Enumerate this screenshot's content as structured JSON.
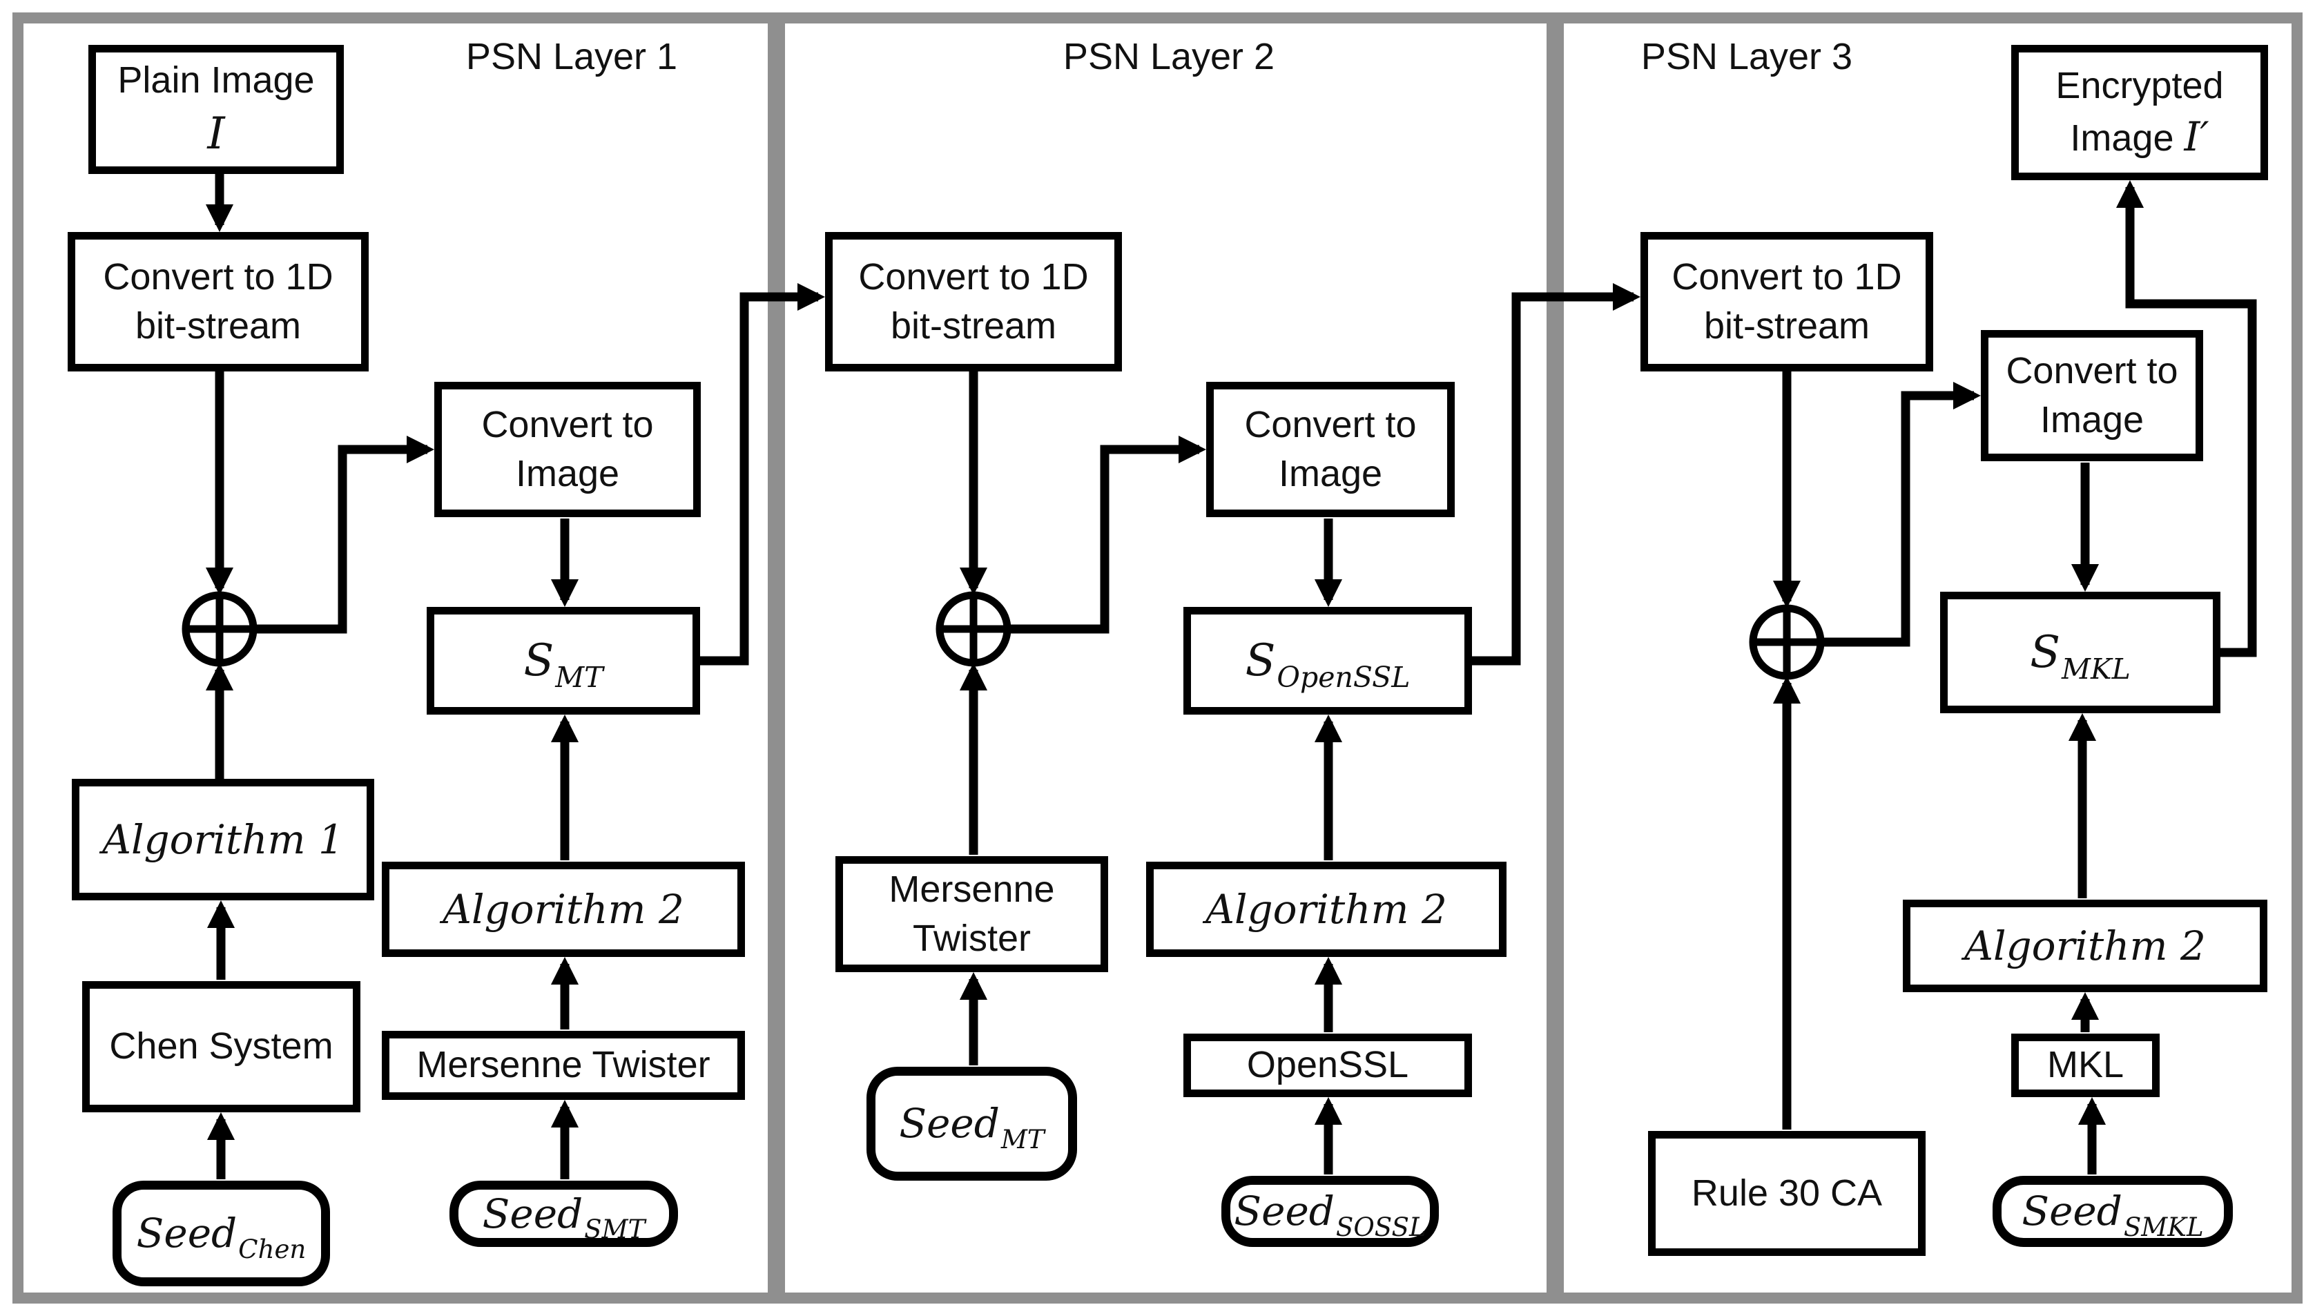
{
  "colors": {
    "background": "#ffffff",
    "frame_gray": "#8f8f8f",
    "line_black": "#000000",
    "box_fill": "#ffffff",
    "text": "#111111"
  },
  "layers": [
    {
      "title": "PSN Layer 1"
    },
    {
      "title": "PSN Layer 2"
    },
    {
      "title": "PSN Layer 3"
    }
  ],
  "operators": {
    "xor": "⊕"
  },
  "nodes": {
    "plain_image": {
      "line1": "Plain Image",
      "math": "I"
    },
    "convert_1d_l1": {
      "line1": "Convert to 1D",
      "line2": "bit-stream"
    },
    "convert_image_l1": {
      "line1": "Convert to",
      "line2": "Image"
    },
    "s_mt": {
      "base": "S",
      "sub": "MT"
    },
    "algorithm_1": {
      "label": "Algorithm 1"
    },
    "algorithm_2_l1": {
      "label": "Algorithm 2"
    },
    "chen_system": {
      "label": "Chen System"
    },
    "mersenne_twister_l1": {
      "label": "Mersenne Twister"
    },
    "seed_chen": {
      "base": "Seed",
      "sub": "Chen"
    },
    "seed_smt": {
      "base": "Seed",
      "sub": "SMT"
    },
    "convert_1d_l2": {
      "line1": "Convert to 1D",
      "line2": "bit-stream"
    },
    "convert_image_l2": {
      "line1": "Convert to",
      "line2": "Image"
    },
    "s_openssl": {
      "base": "S",
      "sub": "OpenSSL"
    },
    "mersenne_twister_l2": {
      "line1": "Mersenne",
      "line2": "Twister"
    },
    "algorithm_2_l2": {
      "label": "Algorithm 2"
    },
    "seed_mt": {
      "base": "Seed",
      "sub": "MT"
    },
    "openssl": {
      "label": "OpenSSL"
    },
    "seed_sossl": {
      "base": "Seed",
      "sub": "SOSSL"
    },
    "convert_1d_l3": {
      "line1": "Convert to 1D",
      "line2": "bit-stream"
    },
    "encrypted_image": {
      "line1": "Encrypted",
      "line2": "Image",
      "math": "I′"
    },
    "convert_image_l3": {
      "line1": "Convert to",
      "line2": "Image"
    },
    "s_mkl": {
      "base": "S",
      "sub": "MKL"
    },
    "algorithm_2_l3": {
      "label": "Algorithm 2"
    },
    "mkl": {
      "label": "MKL"
    },
    "rule_30_ca": {
      "label": "Rule 30 CA"
    },
    "seed_smkl": {
      "base": "Seed",
      "sub": "SMKL"
    }
  }
}
